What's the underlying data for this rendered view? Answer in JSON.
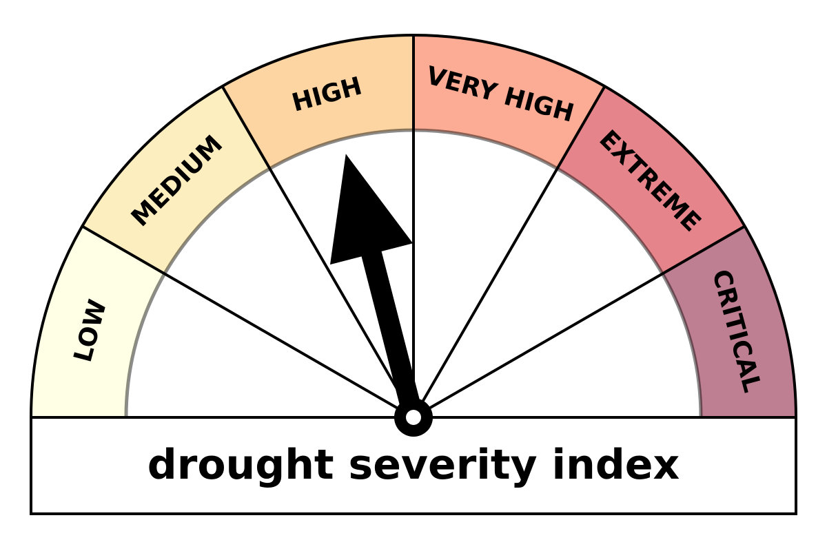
{
  "gauge": {
    "title": "drought severity index",
    "segments": [
      {
        "label": "LOW",
        "color": "#ffffe5"
      },
      {
        "label": "MEDIUM",
        "color": "#fdeec0"
      },
      {
        "label": "HIGH",
        "color": "#fdd5a2"
      },
      {
        "label": "VERY HIGH",
        "color": "#fcab94"
      },
      {
        "label": "EXTREME",
        "color": "#e6848c"
      },
      {
        "label": "CRITICAL",
        "color": "#bf7f93"
      }
    ],
    "needle_segment": "HIGH",
    "needle_position": 0.42,
    "needle_color": "#000000",
    "outline_color": "#000000"
  }
}
